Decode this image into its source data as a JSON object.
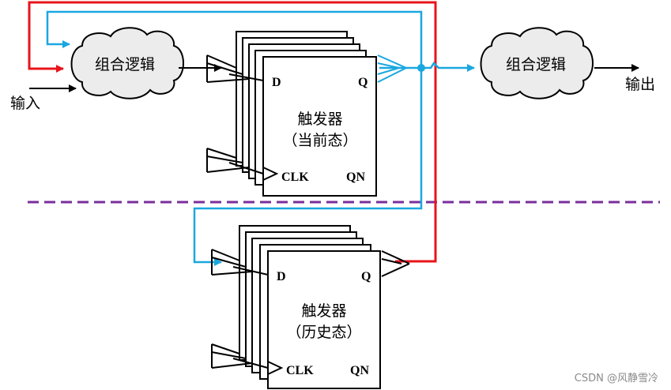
{
  "diagram": {
    "logic_left": "组合逻辑",
    "logic_right": "组合逻辑",
    "input_label": "输入",
    "output_label": "输出",
    "ff_current": {
      "title": "触发器",
      "subtitle": "（当前态）",
      "pin_d": "D",
      "pin_q": "Q",
      "pin_clk": "CLK",
      "pin_qn": "QN"
    },
    "ff_history": {
      "title": "触发器",
      "subtitle": "（历史态）",
      "pin_d": "D",
      "pin_q": "Q",
      "pin_clk": "CLK",
      "pin_qn": "QN"
    },
    "watermark": "CSDN @风静雪冷"
  },
  "colors": {
    "feedback_red": "#e8141b",
    "state_blue": "#1aa7e0",
    "separator_purple": "#7a2e9c",
    "cloud_fill": "#ececec"
  }
}
